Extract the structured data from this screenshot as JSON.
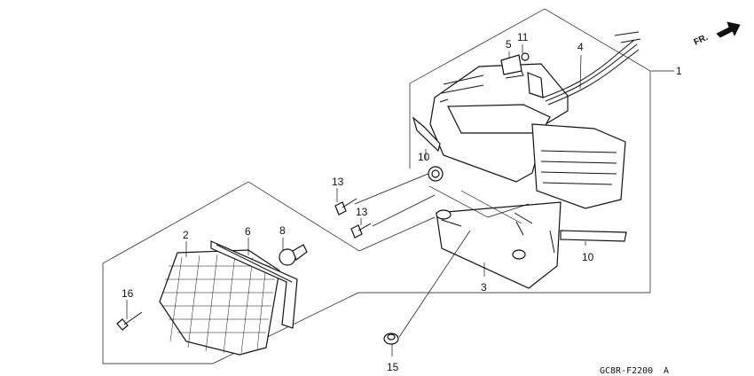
{
  "diagram": {
    "direction_label": "FR.",
    "drawing_code": "GC8R-F2200",
    "revision": "A",
    "callouts": {
      "c1": "1",
      "c2": "2",
      "c3": "3",
      "c4": "4",
      "c5": "5",
      "c6": "6",
      "c8": "8",
      "c10a": "10",
      "c10b": "10",
      "c11": "11",
      "c13a": "13",
      "c13b": "13",
      "c15": "15",
      "c16": "16"
    }
  }
}
